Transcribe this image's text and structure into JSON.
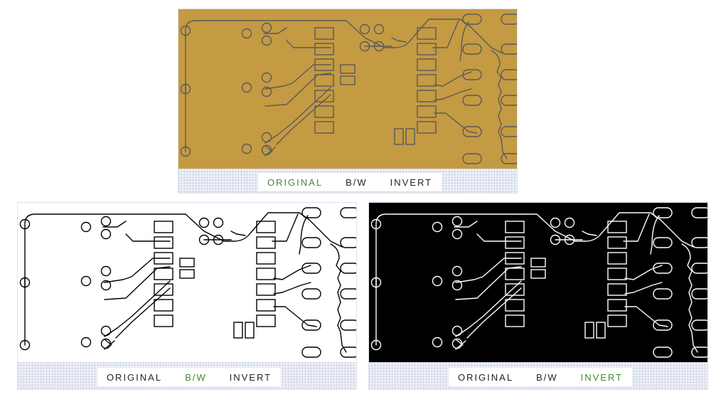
{
  "colors": {
    "copper": "#c49a43",
    "copper_trace": "#5a5a5a",
    "bw_background": "#ffffff",
    "bw_trace": "#000000",
    "invert_background": "#000000",
    "invert_trace": "#ffffff",
    "active_tab": "#3f8a2e"
  },
  "views": [
    {
      "id": "original",
      "active_tab": "original",
      "tabs": {
        "original": "ORIGINAL",
        "bw": "B/W",
        "invert": "INVERT"
      }
    },
    {
      "id": "bw",
      "active_tab": "bw",
      "tabs": {
        "original": "ORIGINAL",
        "bw": "B/W",
        "invert": "INVERT"
      }
    },
    {
      "id": "invert",
      "active_tab": "invert",
      "tabs": {
        "original": "ORIGINAL",
        "bw": "B/W",
        "invert": "INVERT"
      }
    }
  ]
}
